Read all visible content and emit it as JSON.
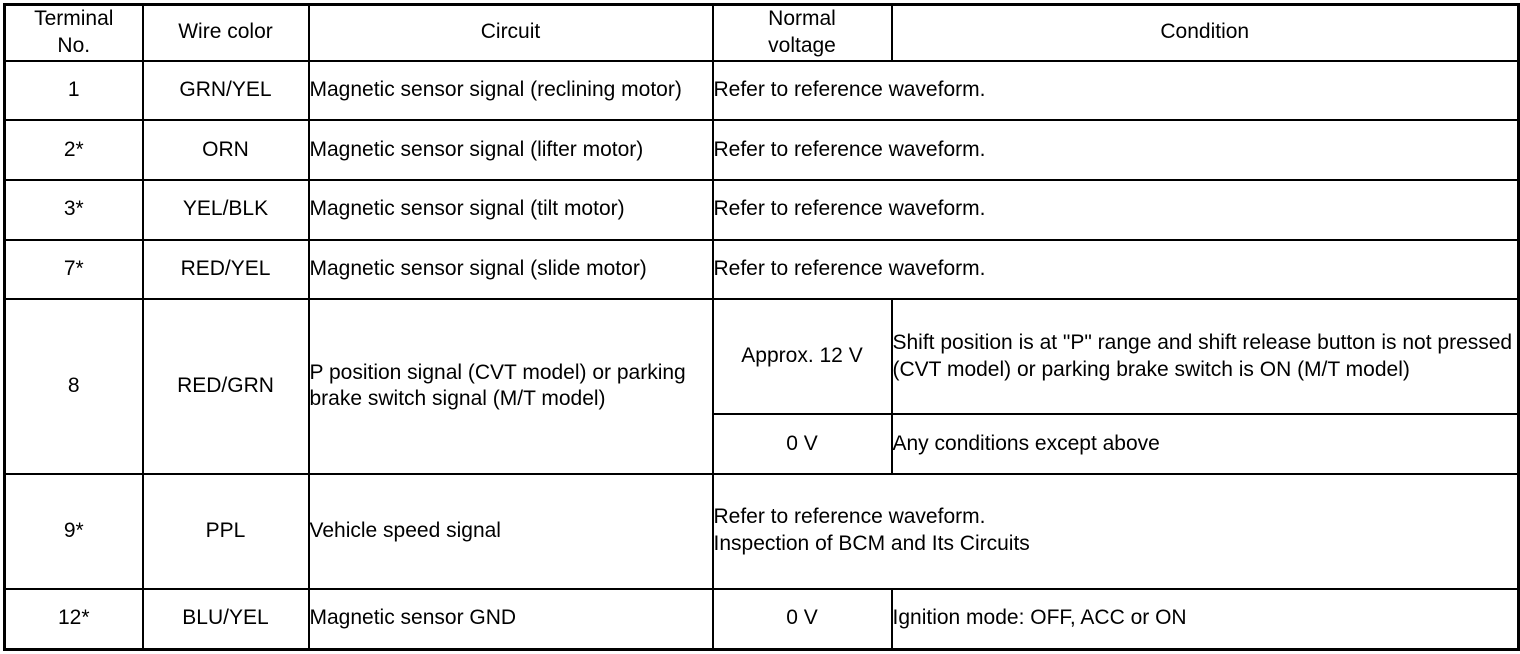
{
  "table": {
    "headers": {
      "terminal_no": "Terminal\nNo.",
      "wire_color": "Wire color",
      "circuit": "Circuit",
      "normal_voltage": "Normal\nvoltage",
      "condition": "Condition"
    },
    "rows": [
      {
        "terminal_no": "1",
        "wire_color": "GRN/YEL",
        "circuit": "Magnetic sensor signal (reclining motor)",
        "merged": true,
        "merged_text": "Refer to reference waveform."
      },
      {
        "terminal_no": "2*",
        "wire_color": "ORN",
        "circuit": "Magnetic sensor signal (lifter motor)",
        "merged": true,
        "merged_text": "Refer to reference waveform."
      },
      {
        "terminal_no": "3*",
        "wire_color": "YEL/BLK",
        "circuit": "Magnetic sensor signal (tilt motor)",
        "merged": true,
        "merged_text": "Refer to reference waveform."
      },
      {
        "terminal_no": "7*",
        "wire_color": "RED/YEL",
        "circuit": "Magnetic sensor signal (slide motor)",
        "merged": true,
        "merged_text": "Refer to reference waveform."
      },
      {
        "terminal_no": "8",
        "wire_color": "RED/GRN",
        "circuit": "P position signal (CVT model) or parking brake switch signal (M/T model)",
        "merged": false,
        "subrows": [
          {
            "normal_voltage": "Approx. 12 V",
            "condition": "Shift position is at \"P\" range and shift release button is not pressed (CVT model) or parking brake switch is ON (M/T model)"
          },
          {
            "normal_voltage": "0 V",
            "condition": "Any conditions except above"
          }
        ]
      },
      {
        "terminal_no": "9*",
        "wire_color": "PPL",
        "circuit": "Vehicle speed signal",
        "merged": true,
        "merged_text": "Refer to reference waveform.\nInspection of BCM and Its Circuits"
      },
      {
        "terminal_no": "12*",
        "wire_color": "BLU/YEL",
        "circuit": "Magnetic sensor GND",
        "merged": false,
        "subrows": [
          {
            "normal_voltage": "0 V",
            "condition": "Ignition mode: OFF, ACC or ON"
          }
        ]
      }
    ]
  },
  "colors": {
    "border": "#000000",
    "text": "#000000",
    "background": "#ffffff"
  }
}
